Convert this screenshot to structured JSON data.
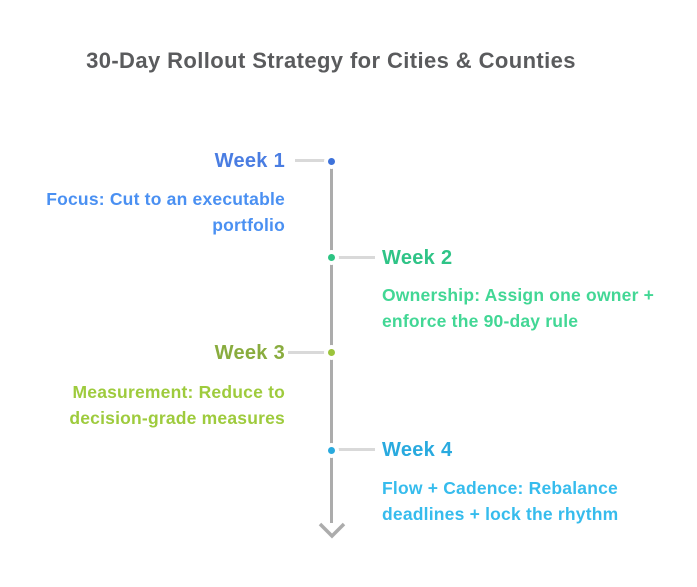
{
  "title": {
    "text": "30-Day Rollout Strategy for Cities & Counties",
    "color": "#5a5b5d"
  },
  "timeline": {
    "line_color": "#acacac",
    "connector_color": "#d9d9d9",
    "arrow_color": "#acacac",
    "arrow_icon": "chevron-down",
    "node_ring_color": "#ffffff"
  },
  "weeks": [
    {
      "label": "Week 1",
      "description": "Focus: Cut to an executable\nportfolio",
      "side": "left",
      "label_color": "#4a7de2",
      "description_color": "#4a90f2",
      "dot_color": "#3e72da"
    },
    {
      "label": "Week 2",
      "description": "Ownership: Assign one owner +\nenforce the 90-day rule",
      "side": "right",
      "label_color": "#2fc487",
      "description_color": "#42d795",
      "dot_color": "#2cc483"
    },
    {
      "label": "Week 3",
      "description": "Measurement: Reduce to\ndecision-grade measures",
      "side": "left",
      "label_color": "#89ac3e",
      "description_color": "#9ecb3d",
      "dot_color": "#9cc43c"
    },
    {
      "label": "Week 4",
      "description": "Flow + Cadence: Rebalance\ndeadlines + lock the rhythm",
      "side": "right",
      "label_color": "#29aadf",
      "description_color": "#36bced",
      "dot_color": "#2aaade"
    }
  ]
}
